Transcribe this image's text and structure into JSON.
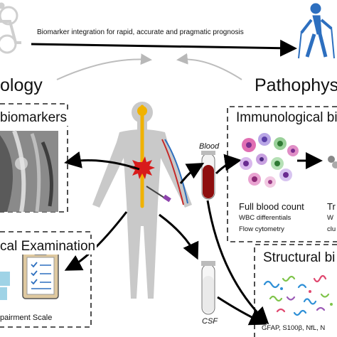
{
  "banner": {
    "text": "Biomarker integration for rapid, accurate and pragmatic prognosis"
  },
  "headers": {
    "left": "ology",
    "right": "Pathophys"
  },
  "sections": {
    "imaging": {
      "title": "biomarkers"
    },
    "clinical": {
      "title": "cal Examination",
      "scale_label": "pairment Scale"
    },
    "immunological": {
      "title": "Immunological bi",
      "full_blood_count": "Full blood count",
      "wbc": "WBC differentials",
      "flow": "Flow cytometry",
      "tr": "Tr",
      "w": "W",
      "clu": "clu"
    },
    "structural": {
      "title": "Structural bi",
      "markers": "GFAP, S100β, NfL, N"
    }
  },
  "fluids": {
    "blood": "Blood",
    "csf": "CSF"
  },
  "colors": {
    "spine": "#f0b200",
    "blood": "#a31515",
    "vessel_blue": "#2d6fbf",
    "body": "#c9c9c9",
    "arrow": "#000000"
  },
  "icons": [
    "wheelchair-icon",
    "walking-figure-icon",
    "clipboard-icon",
    "blood-tube-icon",
    "csf-tube-icon",
    "body-figure-icon",
    "injury-burst-icon"
  ]
}
